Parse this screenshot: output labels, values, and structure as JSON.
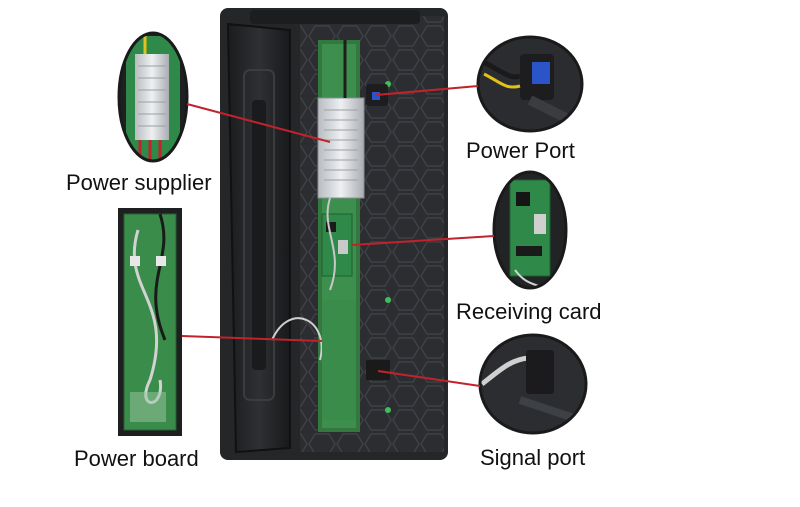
{
  "labels": {
    "power_supplier": "Power supplier",
    "power_port": "Power Port",
    "receiving_card": "Receiving card",
    "power_board": "Power board",
    "signal_port": "Signal port"
  },
  "colors": {
    "leader_line": "#c0232b",
    "cabinet": "#2a2c2f",
    "pcb_green": "#2f8a4a"
  }
}
